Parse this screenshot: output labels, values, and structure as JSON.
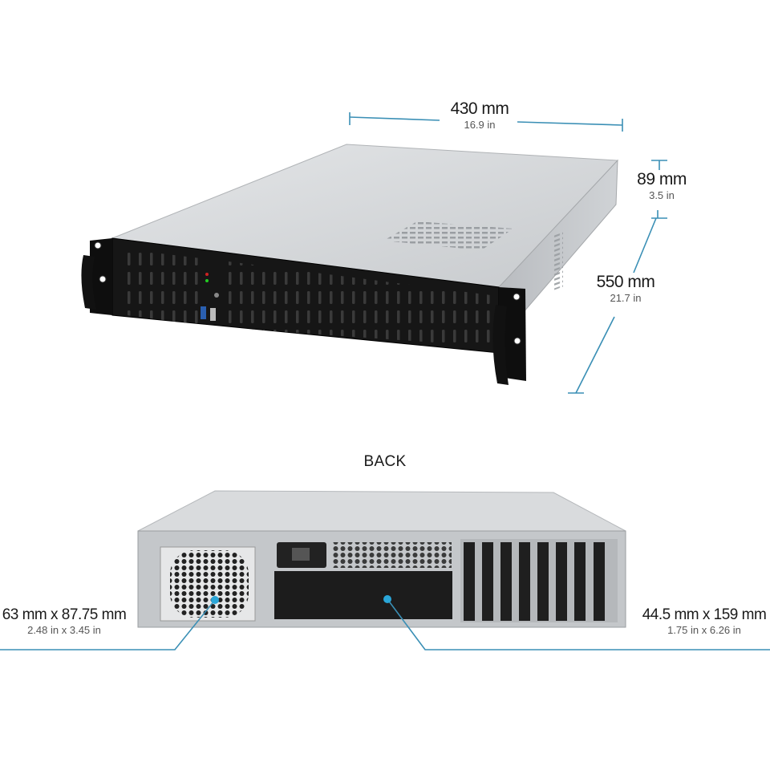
{
  "dimensions": {
    "width": {
      "metric": "430 mm",
      "imperial": "16.9 in"
    },
    "height": {
      "metric": "89 mm",
      "imperial": "3.5 in"
    },
    "depth": {
      "metric": "550 mm",
      "imperial": "21.7 in"
    }
  },
  "back_view": {
    "label": "BACK",
    "fan_opening": {
      "metric": "63 mm x 87.75 mm",
      "imperial": "2.48 in x 3.45 in"
    },
    "psu_opening": {
      "metric": "44.5 mm x 159 mm",
      "imperial": "1.75 in x 6.26 in"
    }
  },
  "colors": {
    "accent_line": "#3a8fb5",
    "chassis_silver": "#d6d8da",
    "bezel_black": "#161616"
  }
}
